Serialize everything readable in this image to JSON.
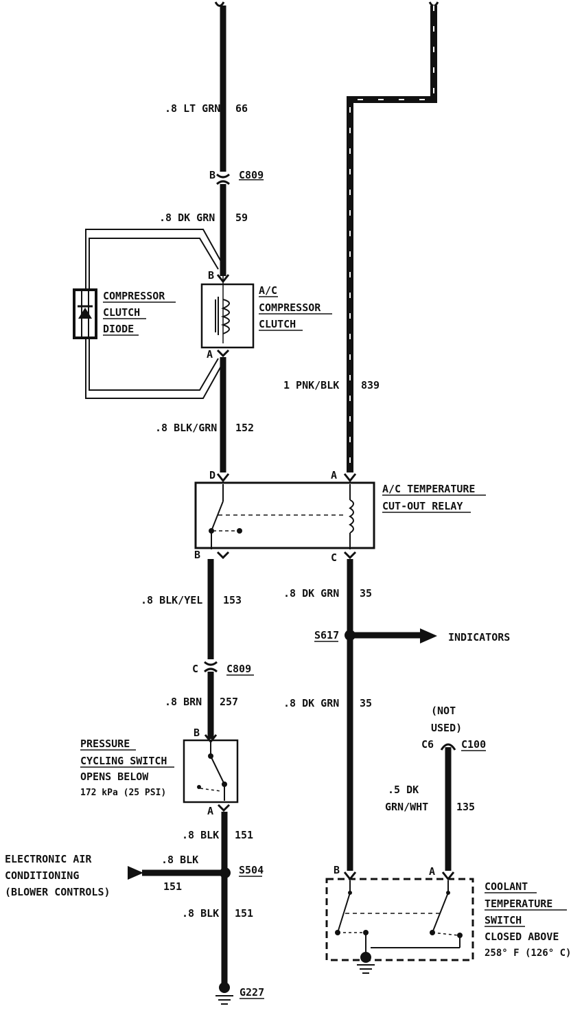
{
  "wires": {
    "w66": {
      "gauge": ".8 LT GRN",
      "circuit": "66"
    },
    "w59": {
      "gauge": ".8 DK GRN",
      "circuit": "59"
    },
    "w152": {
      "gauge": ".8 BLK/GRN",
      "circuit": "152"
    },
    "w839": {
      "gauge": "1 PNK/BLK",
      "circuit": "839"
    },
    "w153": {
      "gauge": ".8 BLK/YEL",
      "circuit": "153"
    },
    "w35a": {
      "gauge": ".8 DK GRN",
      "circuit": "35"
    },
    "w257": {
      "gauge": ".8 BRN",
      "circuit": "257"
    },
    "w35b": {
      "gauge": ".8 DK GRN",
      "circuit": "35"
    },
    "w135": {
      "gauge_line1": ".5 DK",
      "gauge_line2": "GRN/WHT",
      "circuit": "135"
    },
    "w151a": {
      "gauge": ".8 BLK",
      "circuit": "151"
    },
    "w151b": {
      "gauge": ".8 BLK",
      "circuit": "151"
    },
    "w151c": {
      "gauge": ".8 BLK",
      "circuit": "151"
    }
  },
  "connectors": {
    "c809_top": {
      "pin": "B",
      "id": "C809"
    },
    "c809_bottom": {
      "pin": "C",
      "id": "C809"
    },
    "c100": {
      "pin": "C6",
      "id": "C100",
      "note_line1": "(NOT",
      "note_line2": "USED)"
    }
  },
  "splices": {
    "s617": "S617",
    "s504": "S504"
  },
  "ground": "G227",
  "components": {
    "diode": {
      "line1": "COMPRESSOR",
      "line2": "CLUTCH",
      "line3": "DIODE"
    },
    "clutch": {
      "line1": "A/C",
      "line2": "COMPRESSOR",
      "line3": "CLUTCH",
      "pin_top": "B",
      "pin_bottom": "A"
    },
    "relay": {
      "line1": "A/C TEMPERATURE",
      "line2": "CUT-OUT RELAY",
      "pin_d": "D",
      "pin_a": "A",
      "pin_b": "B",
      "pin_c": "C"
    },
    "pressure": {
      "line1": "PRESSURE",
      "line2": "CYCLING SWITCH",
      "line3": "OPENS BELOW",
      "line4": "172 kPa (25 PSI)",
      "pin_top": "B",
      "pin_bottom": "A"
    },
    "coolant": {
      "line1": "COOLANT",
      "line2": "TEMPERATURE",
      "line3": "SWITCH",
      "line4": "CLOSED ABOVE",
      "line5": "258° F (126° C)",
      "pin_b": "B",
      "pin_a": "A"
    }
  },
  "indicators": "INDICATORS",
  "eac": {
    "line1": "ELECTRONIC AIR",
    "line2": "CONDITIONING",
    "line3": "(BLOWER CONTROLS)"
  }
}
